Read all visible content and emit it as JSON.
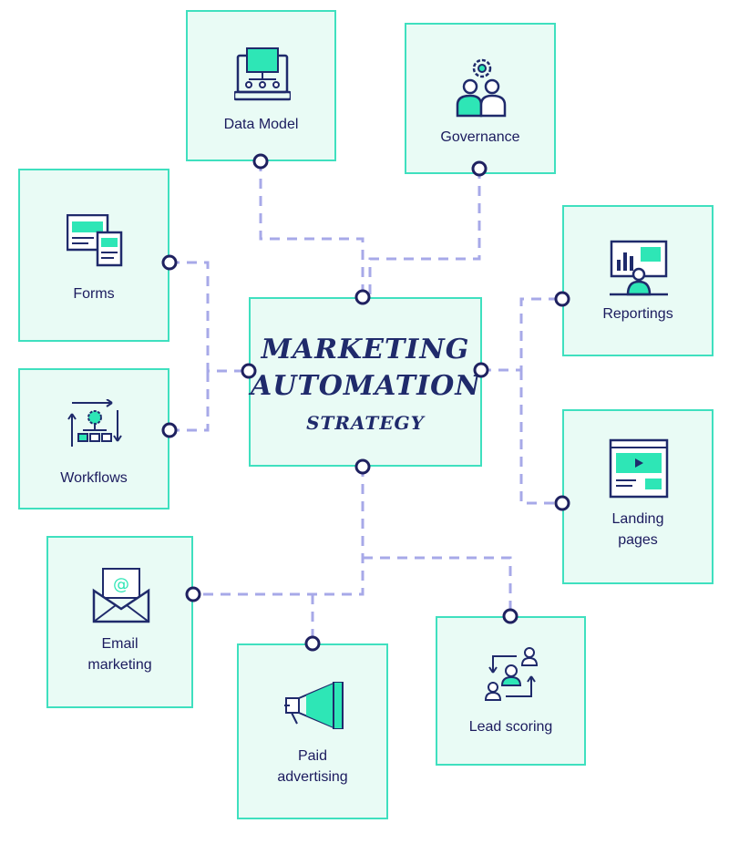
{
  "center": {
    "title_line1": "Marketing",
    "title_line2": "Automation",
    "subtitle": "strategy"
  },
  "nodes": {
    "data_model": "Data Model",
    "governance": "Governance",
    "forms": "Forms",
    "reportings": "Reportings",
    "workflows": "Workflows",
    "landing_pages_1": "Landing",
    "landing_pages_2": "pages",
    "email_marketing_1": "Email",
    "email_marketing_2": "marketing",
    "paid_advertising_1": "Paid",
    "paid_advertising_2": "advertising",
    "lead_scoring": "Lead scoring"
  },
  "colors": {
    "box_fill": "#e9fbf5",
    "box_border": "#3fe0bf",
    "connector": "#a7a9e8",
    "node_dot": "#1f2160",
    "text": "#1b1b5e",
    "accent": "#2ee6b6"
  }
}
